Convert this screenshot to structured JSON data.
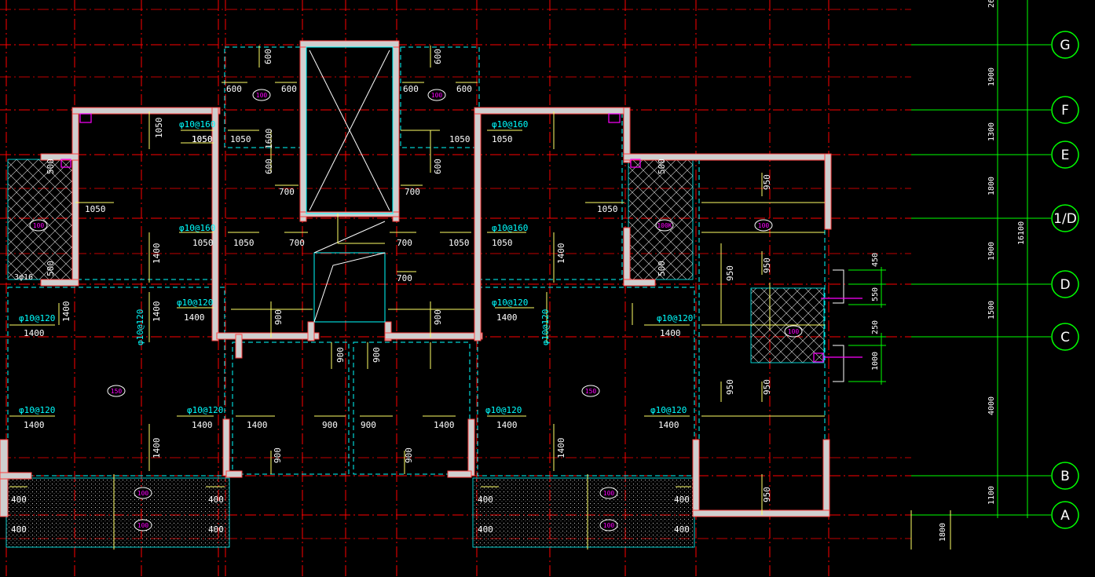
{
  "colors": {
    "background": "#000000",
    "axis_line": "#ff0000",
    "wall": "#d8d8d8",
    "wall_edge": "#ff3b3b",
    "rebar_dim": "#ffff66",
    "slab_line": "#00ffff",
    "grid_green": "#00ff00",
    "tag_magenta": "#ff00ff",
    "hatch_white": "#ffffff"
  },
  "axes": [
    {
      "label": "G"
    },
    {
      "label": "F"
    },
    {
      "label": "E"
    },
    {
      "label": "1/D"
    },
    {
      "label": "D"
    },
    {
      "label": "C"
    },
    {
      "label": "B"
    },
    {
      "label": "A"
    }
  ],
  "vertical_dims": {
    "segments": [
      "1900",
      "1300",
      "1800",
      "1900",
      "1500",
      "4000",
      "1100"
    ],
    "total": "16100",
    "top_partial": "26",
    "bottom_extra": "1800"
  },
  "side_dims": [
    "450",
    "550",
    "250",
    "1000"
  ],
  "slab_thickness_tags": [
    {
      "text": "100"
    },
    {
      "text": "100"
    },
    {
      "text": "100"
    },
    {
      "text": "100K"
    },
    {
      "text": "100"
    },
    {
      "text": "100"
    },
    {
      "text": "150"
    },
    {
      "text": "150"
    },
    {
      "text": "100"
    },
    {
      "text": "100"
    },
    {
      "text": "100"
    },
    {
      "text": "100"
    }
  ],
  "rebar_labels": [
    {
      "text": "φ10@160"
    },
    {
      "text": "φ10@160"
    },
    {
      "text": "φ10@160"
    },
    {
      "text": "φ10@160"
    },
    {
      "text": "φ10@120"
    },
    {
      "text": "φ10@120"
    },
    {
      "text": "φ10@120"
    },
    {
      "text": "φ10@120"
    },
    {
      "text": "φ10@120"
    },
    {
      "text": "φ10@120"
    },
    {
      "text": "φ10@120"
    },
    {
      "text": "φ10@120"
    },
    {
      "text": "φ10@120"
    },
    {
      "text": "φ10@120"
    },
    {
      "text": "φ10@120"
    },
    {
      "text": "φ10@120"
    },
    {
      "text": "φ10@120"
    },
    {
      "text": "φ10@120"
    }
  ],
  "dimension_values": [
    "600",
    "600",
    "600",
    "600",
    "600",
    "600",
    "1050",
    "1050",
    "1050",
    "1050",
    "1600",
    "1050",
    "1050",
    "600",
    "600",
    "700",
    "700",
    "1050",
    "1050",
    "1050",
    "1050",
    "700",
    "700",
    "1050",
    "1050",
    "1400",
    "1400",
    "1400",
    "1400",
    "700",
    "900",
    "900",
    "900",
    "900",
    "1400",
    "1400",
    "1400",
    "1400",
    "1400",
    "1400",
    "1400",
    "1400",
    "900",
    "900",
    "1400",
    "1400",
    "1400",
    "1400",
    "900",
    "900",
    "950",
    "950",
    "950",
    "950",
    "950",
    "950",
    "400",
    "400",
    "400",
    "400",
    "400",
    "400",
    "400",
    "400",
    "500",
    "500",
    "500",
    "500"
  ],
  "misc_text": {
    "small_bar_label": "3φ16"
  }
}
